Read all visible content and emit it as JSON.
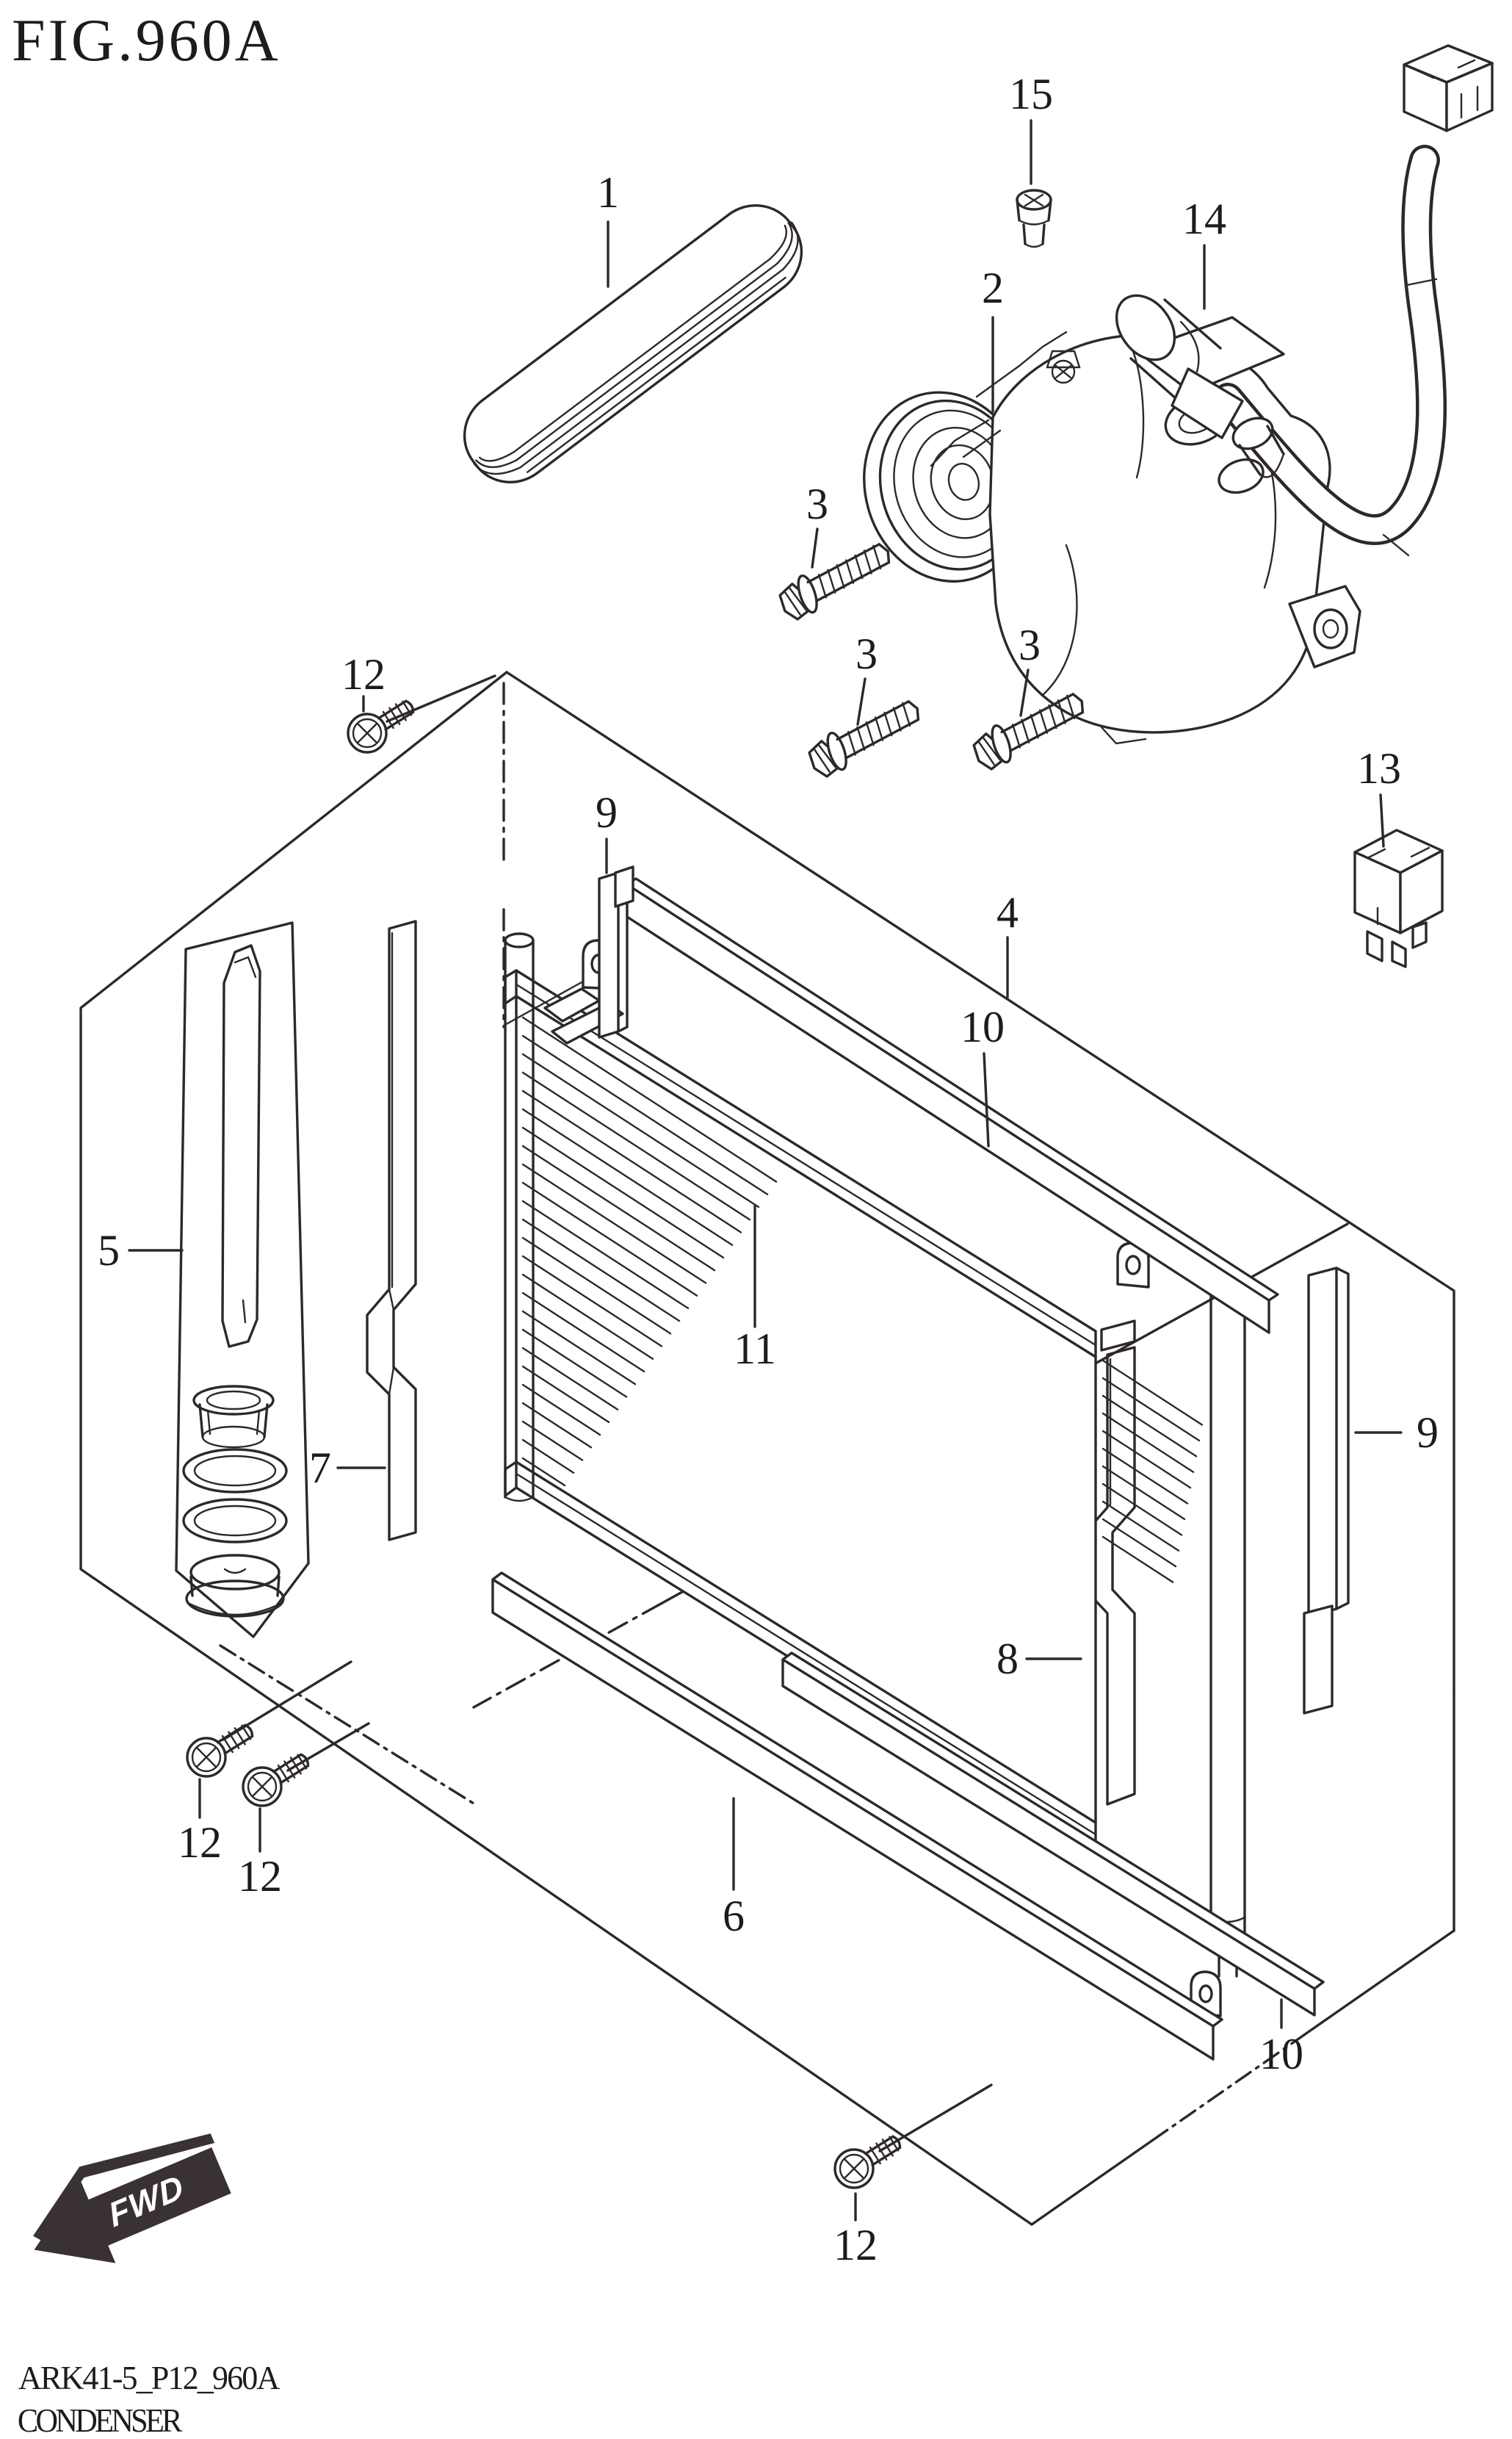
{
  "figure": {
    "title": "FIG.960A",
    "code": "ARK41-5_P12_960A",
    "caption": "CONDENSER",
    "fwd_label": "FWD",
    "line_color": "#2e282a",
    "arrow_color": "#3a3136"
  },
  "callouts": {
    "c1": "1",
    "c2": "2",
    "c3": "3",
    "c4": "4",
    "c5": "5",
    "c6": "6",
    "c7": "7",
    "c8": "8",
    "c9": "9",
    "c10": "10",
    "c11": "11",
    "c12": "12",
    "c13": "13",
    "c14": "14",
    "c15": "15"
  }
}
